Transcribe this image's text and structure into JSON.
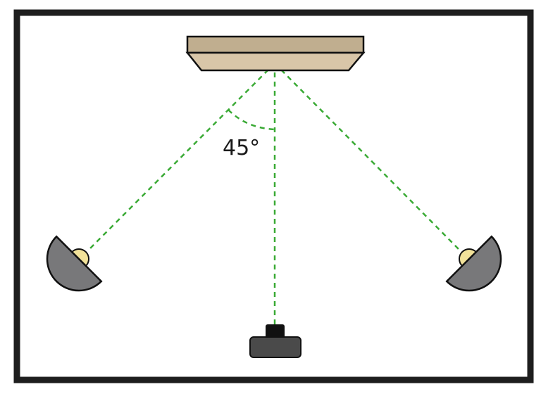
{
  "diagram": {
    "type": "speaker-placement-top-view",
    "angle_label": "45°",
    "colors": {
      "frame": "#1e1e1e",
      "background": "#ffffff",
      "monitor_top": "#c0ae8f",
      "monitor_front": "#d9c6a8",
      "sightline": "#3aaa35",
      "speaker_body": "#78787a",
      "speaker_cone": "#f2e29a",
      "listener_base": "#4a4a4a",
      "listener_top": "#111111",
      "outline": "#111111"
    },
    "elements": [
      {
        "name": "display-monitor"
      },
      {
        "name": "left-speaker"
      },
      {
        "name": "right-speaker"
      },
      {
        "name": "listener-chair"
      }
    ]
  }
}
